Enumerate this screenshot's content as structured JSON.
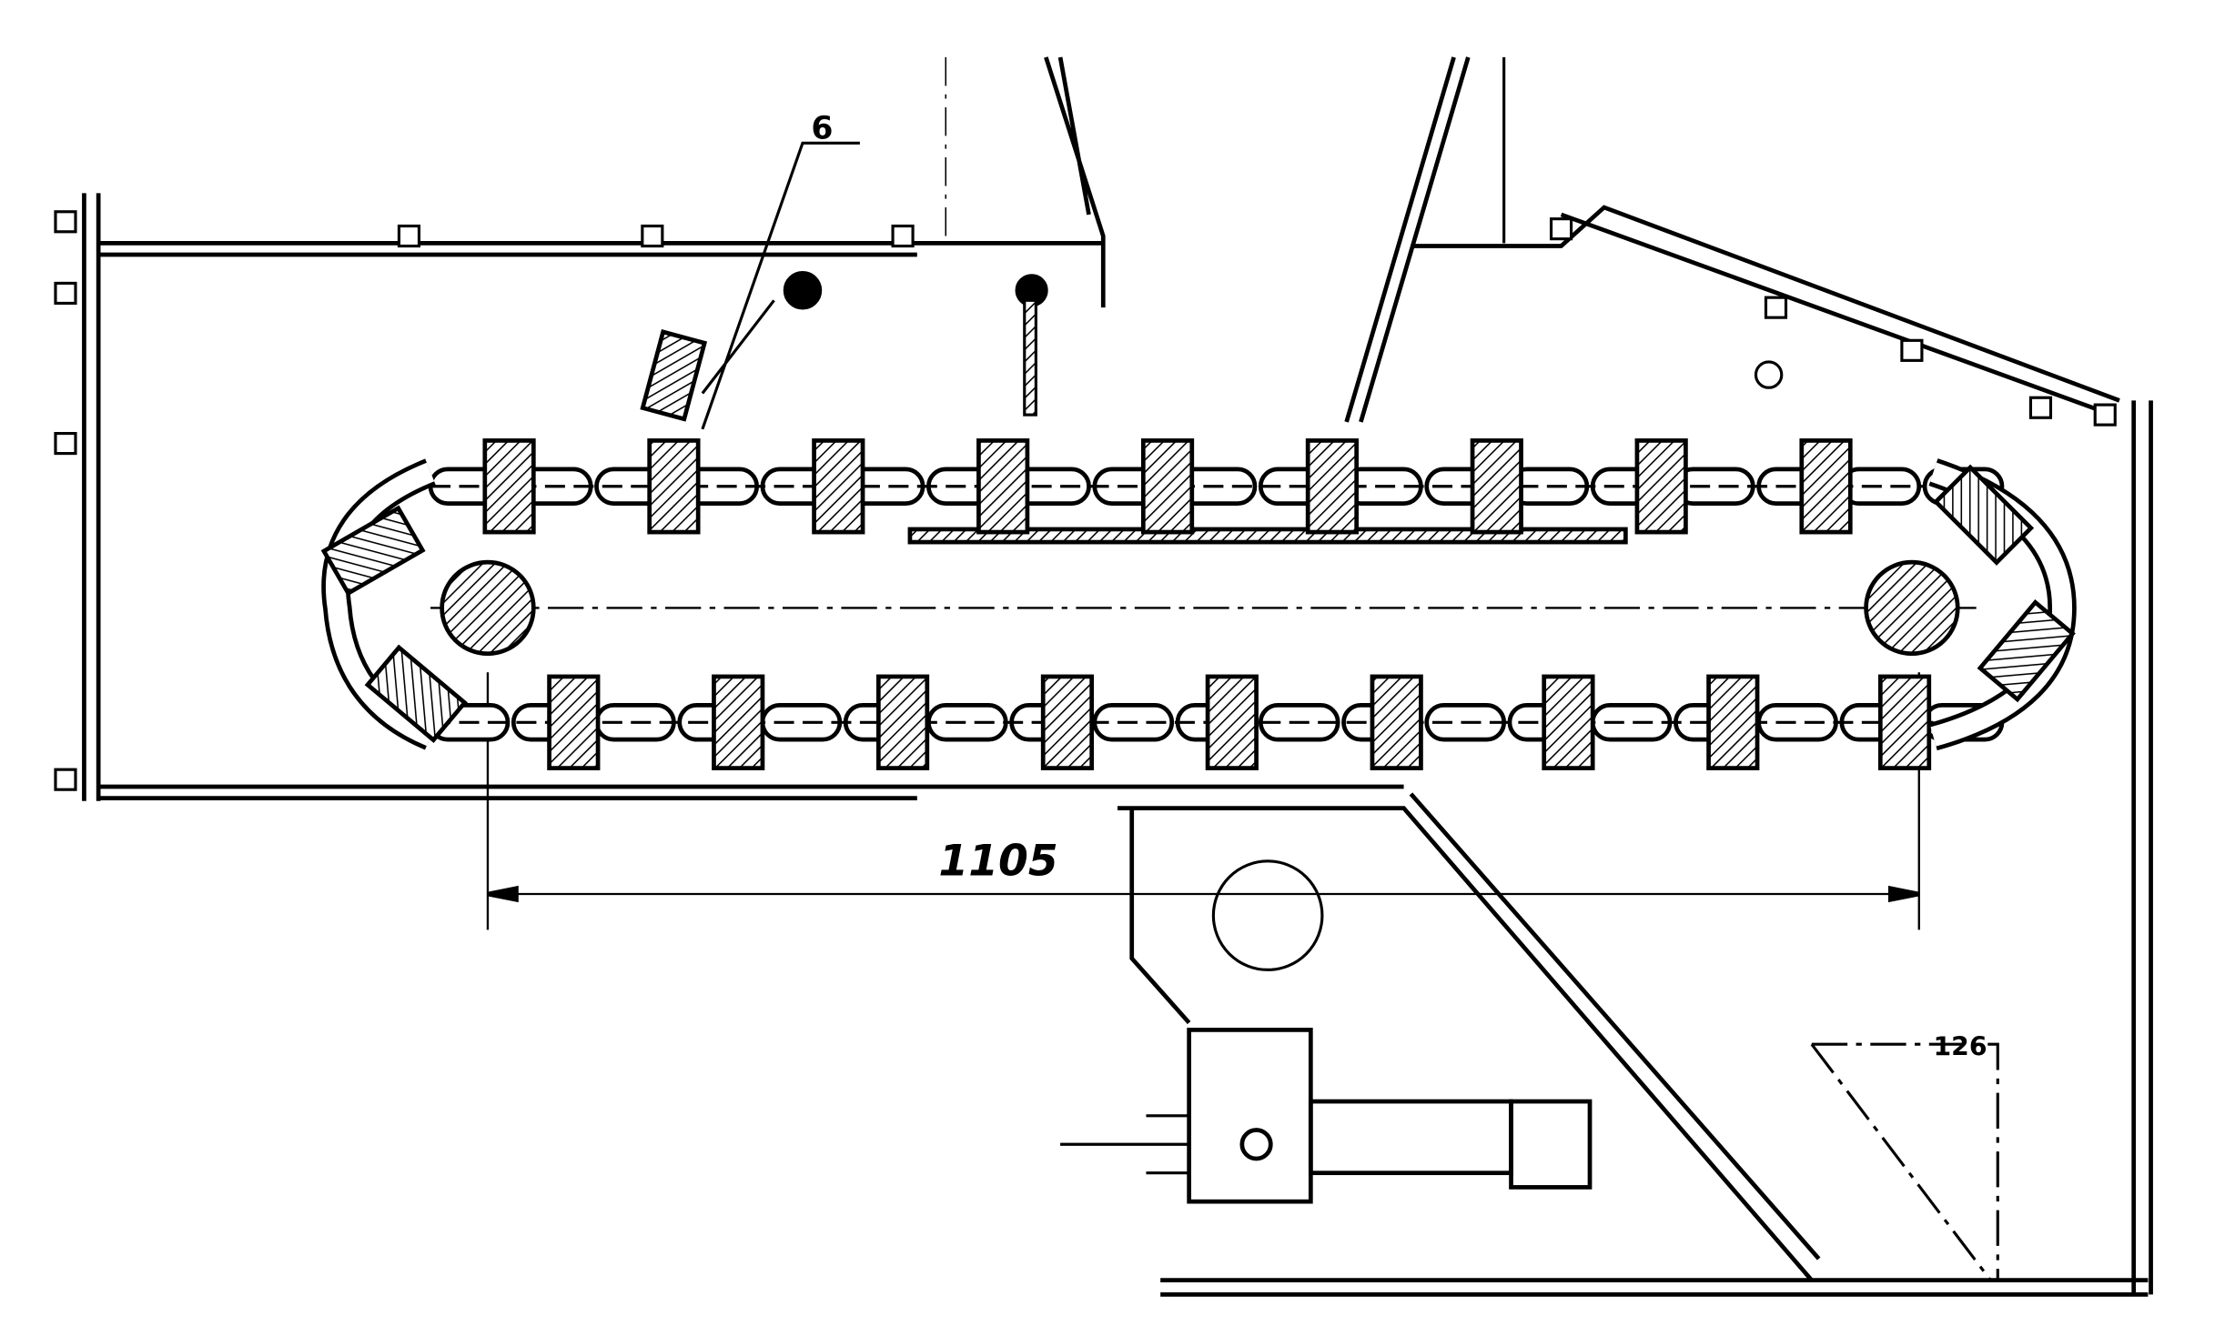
{
  "drawing": {
    "type": "chain scraper conveyor cross-section",
    "callout_label": "6",
    "dimension_main": "1105",
    "dimension_small": "126"
  },
  "colors": {
    "ink": "#000000",
    "paper": "#ffffff"
  }
}
